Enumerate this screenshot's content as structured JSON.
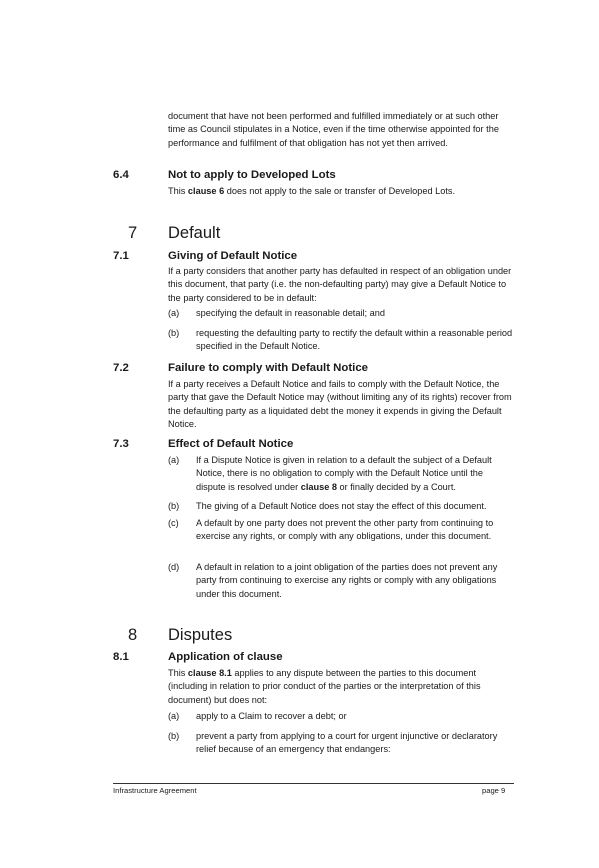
{
  "continuation": {
    "text": "document that have not been performed and fulfilled immediately or at such other time as Council stipulates in a Notice, even if the time otherwise appointed for the performance and fulfilment of that obligation has not yet then arrived."
  },
  "s6_4": {
    "num": "6.4",
    "title": "Not to apply to Developed Lots",
    "text_pre": "This ",
    "text_bold": "clause 6",
    "text_post": " does not apply to the sale or transfer of Developed Lots."
  },
  "ch7": {
    "num": "7",
    "title": "Default"
  },
  "s7_1": {
    "num": "7.1",
    "title": "Giving of Default Notice",
    "text": "If a party considers that another party has defaulted in respect of an obligation under this document, that party (i.e. the non-defaulting party) may give a Default Notice to the party considered to be in default:",
    "items": [
      {
        "label": "(a)",
        "text": "specifying the default in reasonable detail; and"
      },
      {
        "label": "(b)",
        "text": "requesting the defaulting party to rectify the default within a reasonable period specified in the Default Notice."
      }
    ]
  },
  "s7_2": {
    "num": "7.2",
    "title": "Failure to comply with Default Notice",
    "text": "If a party receives a Default Notice and fails to comply with the Default Notice, the party that gave the Default Notice may (without limiting any of its rights) recover from the defaulting party as a liquidated debt the money it expends in giving the Default Notice."
  },
  "s7_3": {
    "num": "7.3",
    "title": "Effect of Default Notice",
    "a_label": "(a)",
    "a_pre": "If a Dispute Notice is given in relation to a default the subject of a Default Notice, there is no obligation to comply with the Default Notice until the dispute is resolved under ",
    "a_bold": "clause 8",
    "a_post": " or finally decided by a Court.",
    "b_label": "(b)",
    "b_text": "The giving of a Default Notice does not stay the effect of this document.",
    "c_label": "(c)",
    "c_text": "A default by one party does not prevent the other party from continuing to exercise any rights, or comply with any obligations, under this document.",
    "d_label": "(d)",
    "d_text": "A default in relation to a joint obligation of the parties does not prevent any party from continuing to exercise any rights or comply with any obligations under this document."
  },
  "ch8": {
    "num": "8",
    "title": "Disputes"
  },
  "s8_1": {
    "num": "8.1",
    "title": "Application of clause",
    "text_pre": "This ",
    "text_bold": "clause 8.1",
    "text_post": " applies to any dispute between the parties to this document (including in relation to prior conduct of the parties or the interpretation of this document) but does not:",
    "items": [
      {
        "label": "(a)",
        "text": "apply to a Claim to recover a debt; or"
      },
      {
        "label": "(b)",
        "text": "prevent a party from applying to a court for urgent injunctive or declaratory relief because of an emergency that endangers:"
      }
    ]
  },
  "footer": {
    "left": "Infrastructure Agreement",
    "right": "page 9"
  }
}
